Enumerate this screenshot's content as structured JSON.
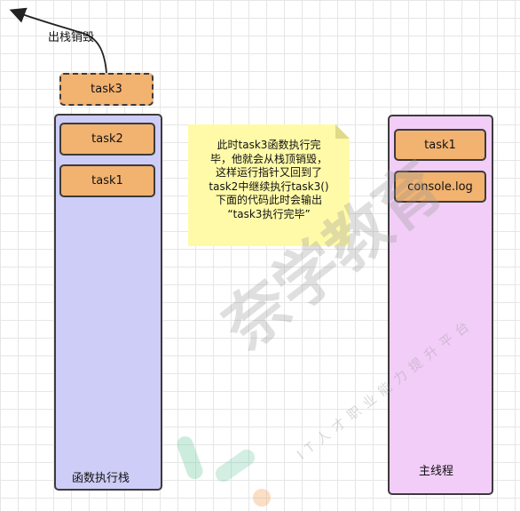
{
  "pop_label": "出栈销毁",
  "popped_task": "task3",
  "stack": {
    "label": "函数执行栈",
    "tasks": [
      "task2",
      "task1"
    ]
  },
  "main_thread": {
    "label": "主线程",
    "tasks": [
      "task1",
      "console.log"
    ]
  },
  "note_lines": [
    "此时task3函数执行完",
    "毕，他就会从栈顶销毁，",
    "这样运行指针又回到了",
    "task2中继续执行task3()",
    "下面的代码此时会输出",
    "“task3执行完毕”"
  ],
  "watermark": {
    "main": "奈学教育",
    "sub": "IT人才职业能力提升平台"
  },
  "colors": {
    "stack_fill": "#cdcdf7",
    "main_thread_fill": "#f1cdf7",
    "task_fill": "#f2b270",
    "note_fill": "#fffaa8"
  }
}
